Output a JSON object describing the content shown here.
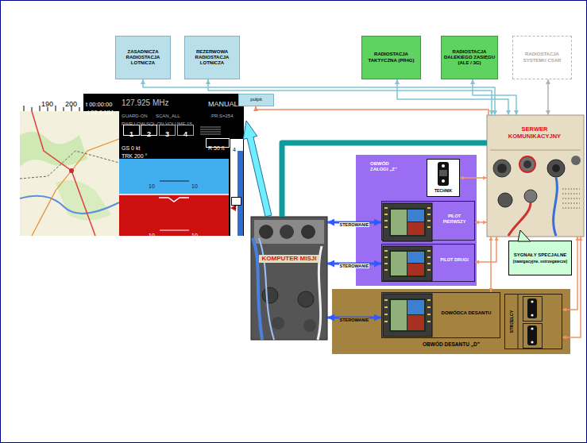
{
  "diagram": {
    "nodes": [
      {
        "text": [
          "ZASADNICZA RADIOSTACJA LOTNICZA"
        ]
      },
      {
        "text": [
          "REZERWOWA RADIOSTACJA LOTNICZA"
        ]
      },
      {
        "text": [
          "pulpit"
        ]
      },
      {
        "text": [
          "RADIOSTACJA TAKTYCZNA (PR4G)"
        ]
      },
      {
        "text": [
          "RADIOSTACJA DALEKIEGO ZASIĘGU (ALE / 3G)"
        ]
      },
      {
        "text": [
          "RADIOSTACJA SYSTEMU CSAR"
        ]
      },
      {
        "text": [
          "SERWER KOMUNIKACYJNY"
        ]
      },
      {
        "text": [
          "OBWÓD ZAŁOGI „Z”"
        ]
      },
      {
        "text": [
          "TECHNIK"
        ],
        "in": 7
      },
      {
        "text": [
          "PILOT PIERWSZY"
        ],
        "in": 7
      },
      {
        "text": [
          "PILOT DRUGI"
        ],
        "in": 7
      },
      {
        "text": [
          "SYGNAŁY SPECJALNE",
          "(nawigacyjne, ostrzegawcze)"
        ]
      },
      {
        "text": [
          "KOMPUTER MISJI"
        ]
      },
      {
        "text": [
          "OBWÓD DESANTU „D”"
        ]
      },
      {
        "text": [
          "DOWÓDCA DESANTU"
        ],
        "in": 13
      },
      {
        "text": [
          "STRZELCY"
        ],
        "in": 13
      }
    ],
    "edges": [
      {
        "from": 6,
        "to": 0,
        "arrow": "both"
      },
      {
        "from": 6,
        "to": 1,
        "arrow": "both"
      },
      {
        "from": 6,
        "to": 2,
        "arrow": "to"
      },
      {
        "from": 6,
        "to": 3,
        "arrow": "both"
      },
      {
        "from": 6,
        "to": 4,
        "arrow": "both"
      },
      {
        "from": 6,
        "to": 5,
        "arrow": "both"
      },
      {
        "from": 12,
        "to": 6,
        "arrow": "none"
      },
      {
        "from": 12,
        "to": 9,
        "label": "STEROWANIE",
        "arrow": "both"
      },
      {
        "from": 12,
        "to": 10,
        "label": "STEROWANIE",
        "arrow": "both"
      },
      {
        "from": 12,
        "to": 14,
        "label": "STEROWANIE",
        "arrow": "both"
      },
      {
        "from": 6,
        "to": 8,
        "arrow": "both"
      },
      {
        "from": 6,
        "to": 9,
        "arrow": "both"
      },
      {
        "from": 6,
        "to": 10,
        "arrow": "both"
      },
      {
        "from": 6,
        "to": 14,
        "arrow": "both"
      },
      {
        "from": 6,
        "to": 15,
        "arrow": "both"
      },
      {
        "from": 6,
        "to": 15,
        "arrow": "both"
      }
    ],
    "labels": [
      "190",
      "200",
      "t 00:00:00",
      "d 32,0 NM",
      "127.925 MHz",
      "MANUAL",
      "GUARD-ON",
      "SCAN_ALL",
      "PR:S=254",
      "PWR LOW SQL ON VOLUME 15",
      "1",
      "2",
      "3",
      "4",
      "GS 0 kt",
      "TRK 200 °",
      "R 50 ft",
      "4",
      "10",
      "10",
      "10",
      "10",
      "2"
    ]
  }
}
